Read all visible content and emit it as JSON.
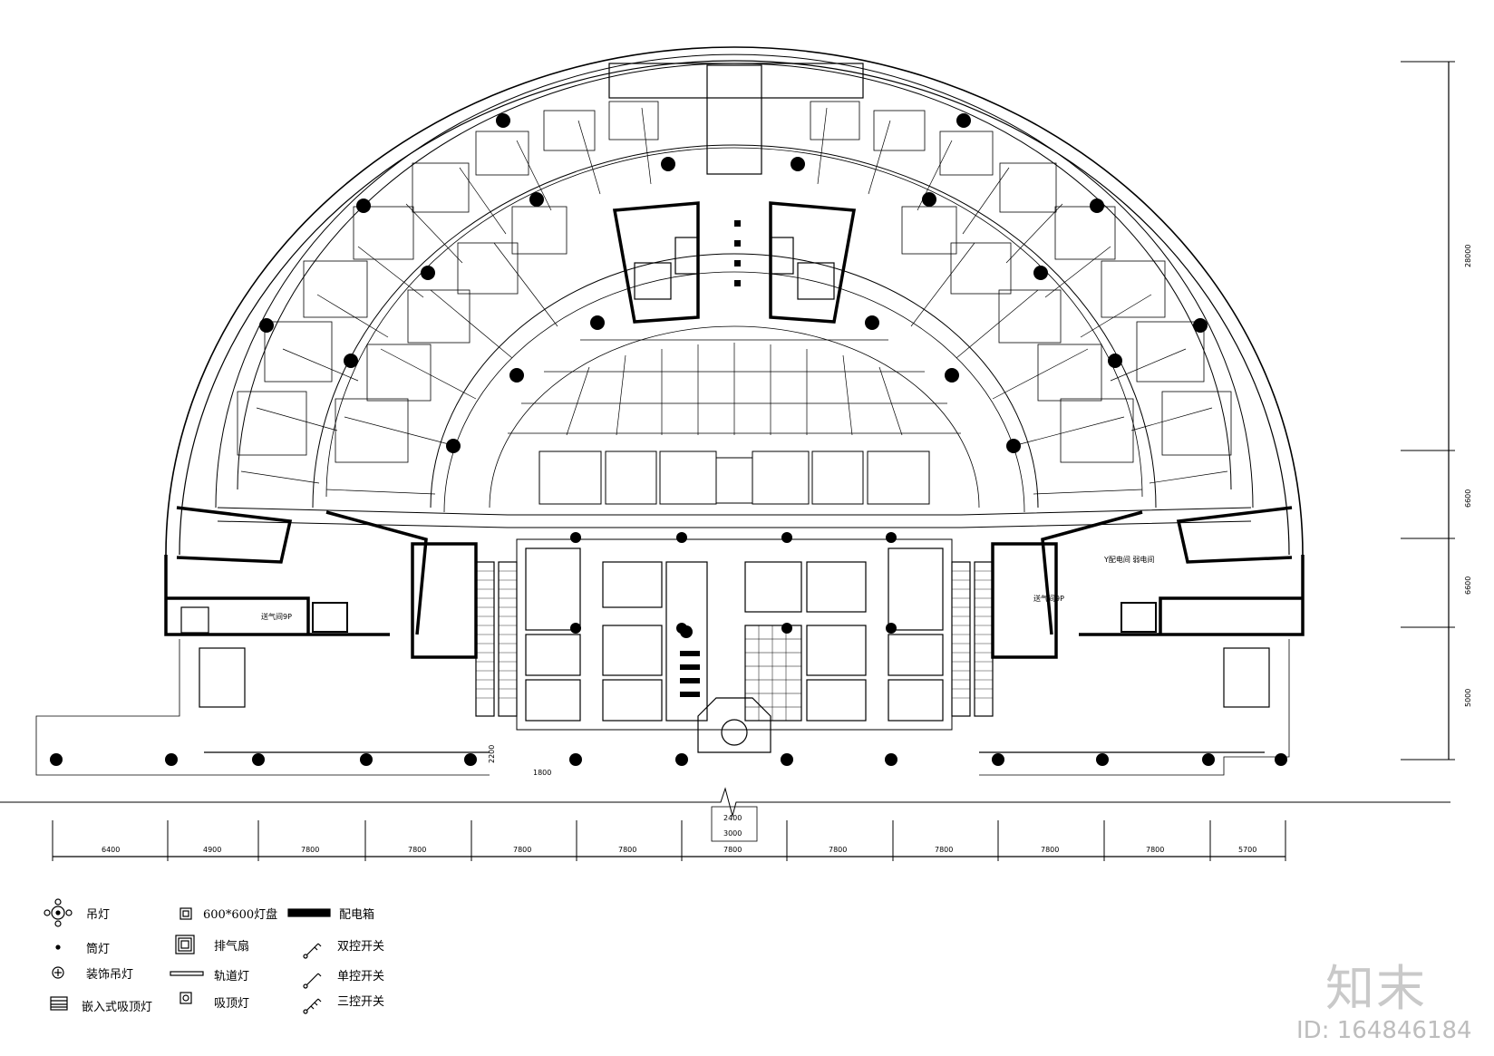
{
  "drawing": {
    "room_labels": [
      "送气间9P",
      "送气间9P",
      "Y配电间 弱电间"
    ],
    "dim_right": [
      "28000",
      "6600",
      "6600",
      "5000"
    ],
    "dim_bottom": [
      "6400",
      "4900",
      "7800",
      "7800",
      "7800",
      "7800",
      "7800",
      "7800",
      "7800",
      "7800",
      "7800",
      "5700"
    ],
    "dim_center": [
      "2400",
      "3000"
    ],
    "dim_misc": [
      "2200",
      "1800"
    ]
  },
  "legend": {
    "items": [
      {
        "icon": "pendant-lamp-icon",
        "label": "吊灯"
      },
      {
        "icon": "downlight-icon",
        "label": "筒灯"
      },
      {
        "icon": "decorative-pendant-icon",
        "label": "装饰吊灯"
      },
      {
        "icon": "recessed-ceiling-lamp-icon",
        "label": "嵌入式吸顶灯"
      },
      {
        "icon": "grille-lamp-icon",
        "label": "600*600灯盘"
      },
      {
        "icon": "exhaust-fan-icon",
        "label": "排气扇"
      },
      {
        "icon": "track-light-icon",
        "label": "轨道灯"
      },
      {
        "icon": "ceiling-lamp-icon",
        "label": "吸顶灯"
      },
      {
        "icon": "distribution-box-icon",
        "label": "配电箱"
      },
      {
        "icon": "double-switch-icon",
        "label": "双控开关"
      },
      {
        "icon": "single-switch-icon",
        "label": "单控开关"
      },
      {
        "icon": "triple-switch-icon",
        "label": "三控开关"
      }
    ]
  },
  "watermark": {
    "brand": "知末",
    "id": "ID: 164846184"
  }
}
